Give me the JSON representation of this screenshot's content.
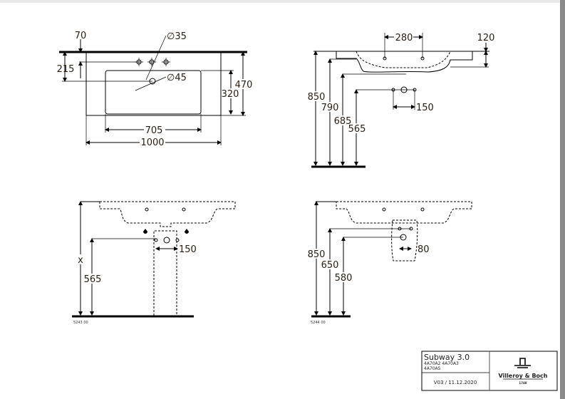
{
  "plan_view": {
    "d70": "70",
    "d215": "215",
    "d35": "∅35",
    "d45": "∅45",
    "d470": "470",
    "d320": "320",
    "d705": "705",
    "d1000": "1000"
  },
  "side_view": {
    "d280": "280",
    "d120": "120",
    "d850": "850",
    "d790": "790",
    "d685": "685",
    "d565": "565",
    "d150": "150"
  },
  "pedestal_view": {
    "dx": "x",
    "d565": "565",
    "d150": "150",
    "code": "5243 00"
  },
  "semi_pedestal_view": {
    "d850": "850",
    "d650": "650",
    "d580": "580",
    "d80": "80",
    "code": "5244 00"
  },
  "title_block": {
    "product": "Subway 3.0",
    "codes_line1": "4A70A2 4A70A3",
    "codes_line2": "4A70A5",
    "version": "V03 / 11.12.2020",
    "brand": "Villeroy & Boch",
    "brand_year": "1748"
  }
}
